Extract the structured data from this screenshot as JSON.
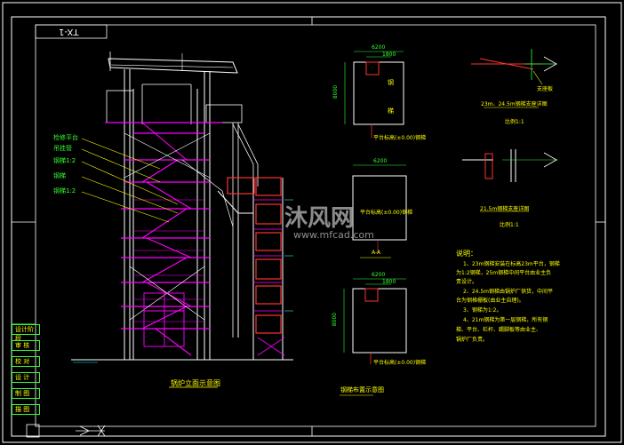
{
  "drawing": {
    "sheet_code": "TX-1",
    "main_title": "锅炉立面示意图",
    "section_title": "钢梯布置示意图",
    "left_labels": [
      "检修平台",
      "吊挂管",
      "钢梯1:2",
      "钢梯",
      "钢梯1:2"
    ],
    "detail_1": {
      "dim_top": "6200",
      "dim_sub": "1800",
      "dim_side": "8000",
      "text_a": "钢",
      "text_b": "梯",
      "note": "平台标高(±0.00)钢梯"
    },
    "detail_2": {
      "dim_top": "6200",
      "note": "平台标高(±0.00)钢梯",
      "caption": "A-A"
    },
    "detail_3": {
      "dim_top": "6200",
      "dim_sub": "1800",
      "dim_side": "8000",
      "note": "平台标高(±0.00)钢梯"
    },
    "detail_top_right": {
      "caption": "23m、24.5m钢梯支座详图",
      "sub": "比例1:1",
      "tag": "支座板"
    },
    "detail_mid_right": {
      "caption": "21.5m钢梯支座详图",
      "sub": "比例1:1"
    },
    "notes": {
      "heading": "说明：",
      "lines": [
        "1、23m钢梯安装在标高23m平台，钢梯",
        "为1:2钢梯，25m钢梯中间平台由业主负",
        "责设计。",
        "2、24.5m钢梯由锅炉厂供货，中间平",
        "台为钢格栅板(由业主自理)。",
        "3、钢梯为1:2。",
        "4、21m钢梯为第一层钢梯，所有钢",
        "梯、平台、栏杆、踢脚板等由业主、",
        "锅炉厂负责。"
      ]
    },
    "title_block": [
      "设计阶段",
      "审 核",
      "校 对",
      "设 计",
      "制 图",
      "描 图"
    ],
    "watermark": {
      "main": "沐风网",
      "url": "www.mfcad.com"
    }
  },
  "colors": {
    "background": "#000000",
    "frame": "#ffffff",
    "structure": "#ff00ff",
    "detail": "#ff3333",
    "dimension": "#33ff33",
    "text": "#ffff00",
    "guide": "#00ffff"
  }
}
